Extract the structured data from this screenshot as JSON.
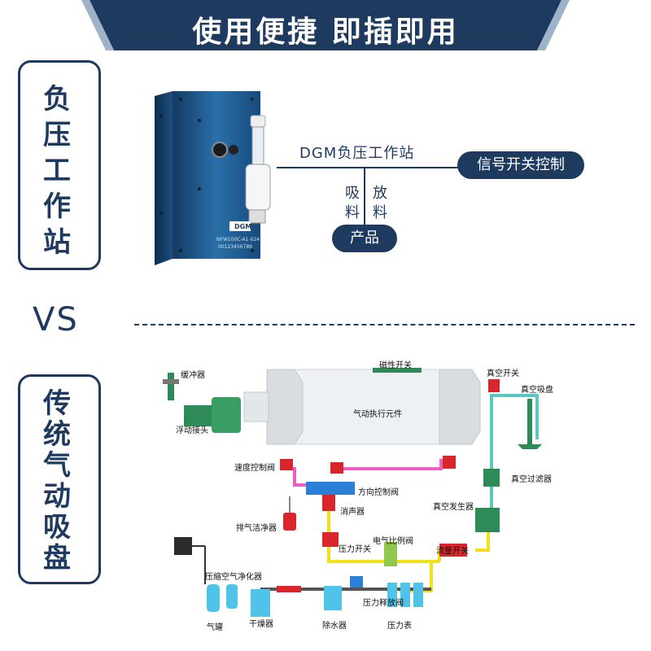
{
  "banner": {
    "title": "使用便捷   即插即用"
  },
  "section1": {
    "title": [
      "负",
      "压",
      "工",
      "作",
      "站"
    ]
  },
  "device": {
    "brand": "DGM",
    "model_text": "NFW100C-A1-024",
    "serial_text": "00123456789"
  },
  "station": {
    "name_label": "DGM负压工作站",
    "signal_label": "信号开关控制",
    "suction_label": [
      "吸",
      "料"
    ],
    "release_label": [
      "放",
      "料"
    ],
    "product_label": "产品"
  },
  "vs": {
    "label": "VS"
  },
  "section2": {
    "title": [
      "传",
      "统",
      "气",
      "动",
      "吸",
      "盘"
    ]
  },
  "diagram": {
    "labels": {
      "buffer": "缓冲器",
      "float_joint": "浮动接头",
      "magnetic_switch": "磁性开关",
      "cylinder": "气动执行元件",
      "vacuum_switch": "真空开关",
      "vacuum_cup": "真空吸盘",
      "speed_valve": "速度控制阀",
      "direction_valve": "方向控制阀",
      "vacuum_filter": "真空过滤器",
      "vacuum_generator": "真空发生器",
      "muffler": "消声器",
      "exhaust_cleaner": "排气洁净器",
      "ep_valve": "电气比例阀",
      "pressure_switch": "压力开关",
      "flow_switch": "流量开关",
      "air_purifier": "压缩空气净化器",
      "tank": "气罐",
      "dryer": "干燥器",
      "water_remover": "除水器",
      "relief_valve": "压力释放阀",
      "gauge": "压力表"
    },
    "colors": {
      "yellow": "#f2e01a",
      "pink": "#ee5fc3",
      "teal": "#5cc6c0",
      "green": "#2e8b57",
      "red": "#d9262c",
      "blue": "#2c7fd6",
      "cyan": "#4fc3e8"
    }
  }
}
